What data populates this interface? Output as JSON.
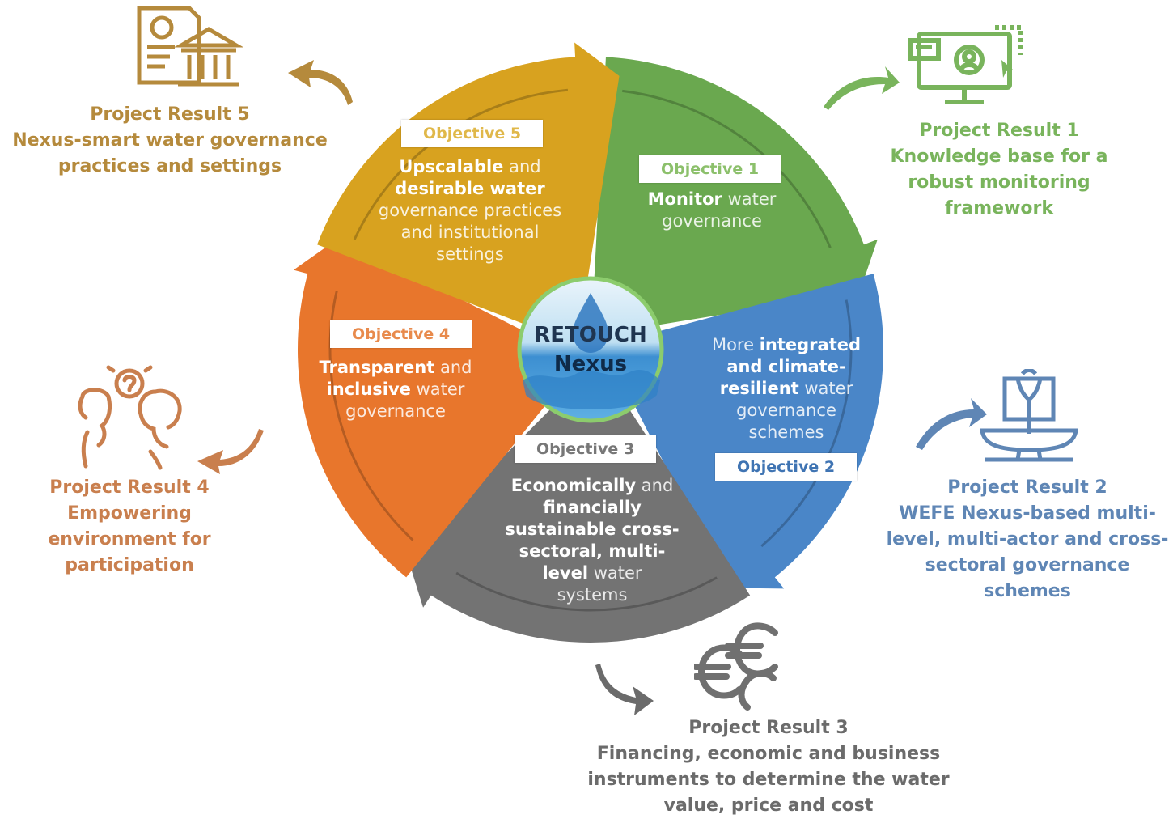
{
  "center": {
    "line1": "RETOUCH",
    "line2": "Nexus"
  },
  "objectives": [
    {
      "tag": "Objective 1",
      "parts": [
        [
          "Monitor",
          true
        ],
        [
          " water",
          false
        ],
        [
          "governance",
          false
        ]
      ],
      "color": "#6aa84f"
    },
    {
      "tag": "Objective 2",
      "parts": [
        [
          "More ",
          false
        ],
        [
          "integrated",
          true
        ],
        [
          "and climate-",
          true
        ],
        [
          "resilient",
          true
        ],
        [
          " water",
          false
        ],
        [
          "governance",
          false
        ],
        [
          "schemes",
          false
        ]
      ],
      "color": "#4a86c8"
    },
    {
      "tag": "Objective 3",
      "parts": [
        [
          "Economically",
          true
        ],
        [
          " and",
          false
        ],
        [
          "financially",
          true
        ],
        [
          "sustainable cross-",
          true
        ],
        [
          "sectoral, multi-",
          true
        ],
        [
          "level",
          true
        ],
        [
          " water",
          false
        ],
        [
          "systems",
          false
        ]
      ],
      "color": "#737373"
    },
    {
      "tag": "Objective 4",
      "parts": [
        [
          "Transparent",
          true
        ],
        [
          " and",
          false
        ],
        [
          "inclusive",
          true
        ],
        [
          " water",
          false
        ],
        [
          "governance",
          false
        ]
      ],
      "color": "#e8762c"
    },
    {
      "tag": "Objective 5",
      "parts": [
        [
          "Upscalable",
          true
        ],
        [
          " and",
          false
        ],
        [
          "desirable water",
          true
        ],
        [
          "governance practices",
          false
        ],
        [
          "and institutional",
          false
        ],
        [
          "settings",
          false
        ]
      ],
      "color": "#d8a21f"
    }
  ],
  "results": {
    "r1": {
      "title": "Project Result 1",
      "lines": [
        "Knowledge base for a",
        "robust monitoring",
        "framework"
      ],
      "color": "#79b45c"
    },
    "r2": {
      "title": "Project Result 2",
      "lines": [
        "WEFE Nexus-based multi-",
        "level, multi-actor and cross-",
        "sectoral governance",
        "schemes"
      ],
      "color": "#5f86b5"
    },
    "r3": {
      "title": "Project Result 3",
      "lines": [
        "Financing, economic and business",
        "instruments to determine the water",
        "value, price and cost"
      ],
      "color": "#6b6b6b"
    },
    "r4": {
      "title": "Project Result 4",
      "lines": [
        "Empowering",
        "environment for",
        "participation"
      ],
      "color": "#c97f4e"
    },
    "r5": {
      "title": "Project Result 5",
      "lines": [
        "Nexus-smart water governance",
        "practices and settings"
      ],
      "color": "#b58a3c"
    }
  },
  "icons": {
    "r1": "monitor-user-icon",
    "r2": "fountain-icon",
    "r3": "euro-icon",
    "r4": "people-idea-icon",
    "r5": "institution-document-icon"
  }
}
